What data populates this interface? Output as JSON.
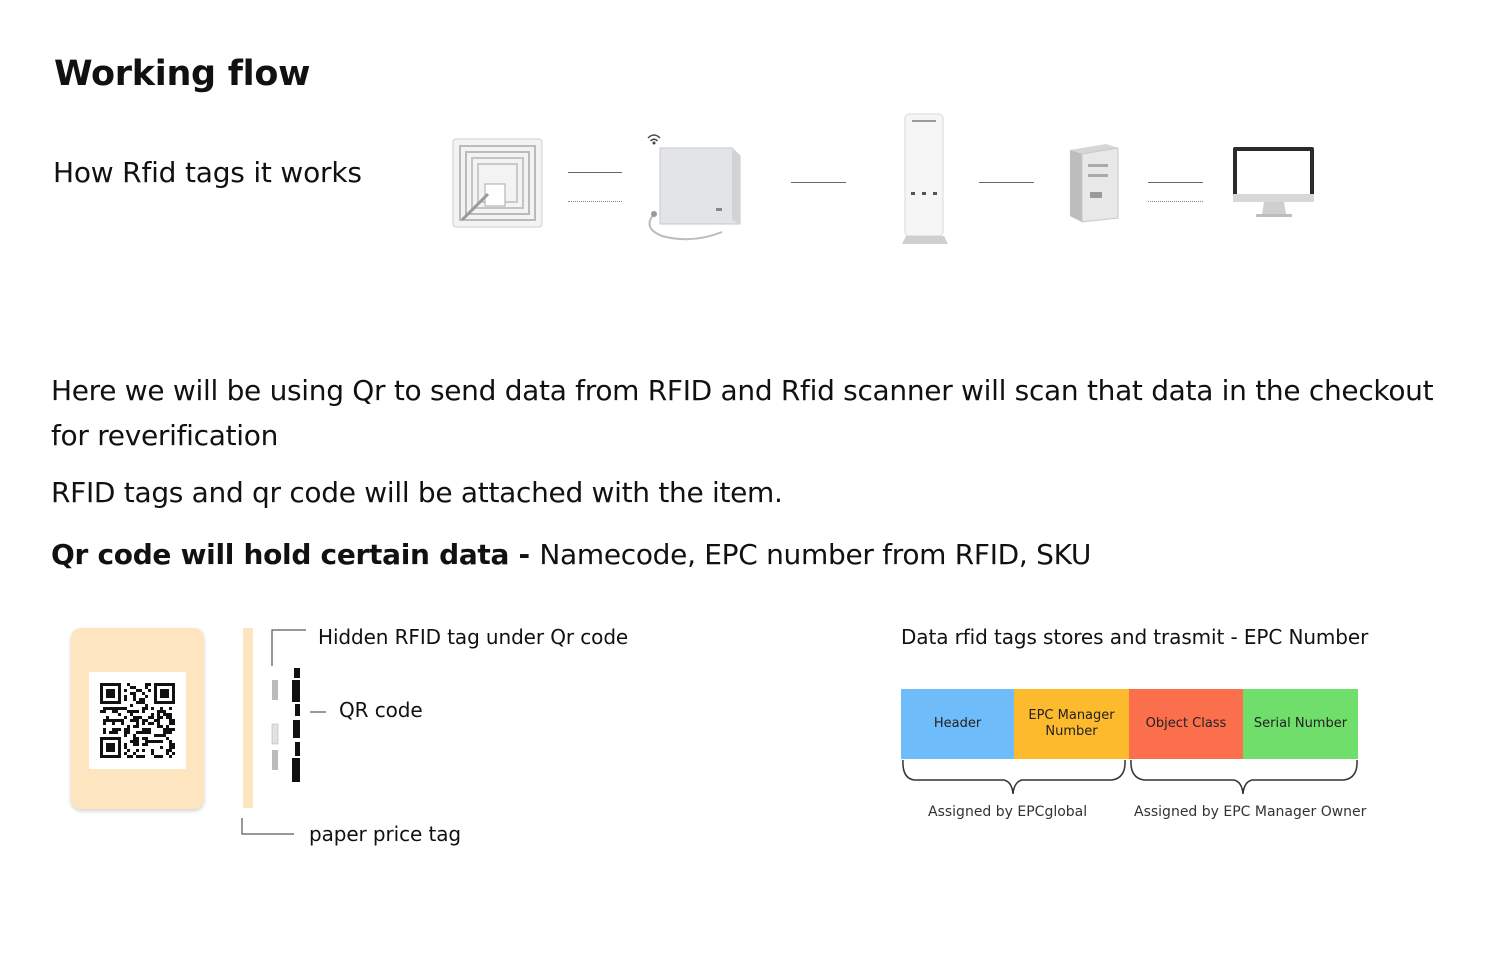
{
  "page": {
    "title": "Working flow",
    "subtitle": "How Rfid tags it works",
    "paragraph1": "Here we will be using Qr to send data from RFID and Rfid scanner will scan that data in the checkout for reverification",
    "paragraph2": "RFID tags and qr code will be attached with the item.",
    "paragraph3_bold": "Qr code will hold certain data - ",
    "paragraph3_rest": " Namecode, EPC number from RFID, SKU"
  },
  "flow": {
    "devices": [
      {
        "name": "rfid-tag-icon"
      },
      {
        "name": "rfid-reader-antenna-icon"
      },
      {
        "name": "checkout-scanner-gate-icon"
      },
      {
        "name": "server-icon"
      },
      {
        "name": "computer-monitor-icon"
      }
    ]
  },
  "tag_diagram": {
    "hidden_rfid_label": "Hidden RFID tag under Qr code",
    "qr_code_label": "QR code",
    "price_tag_label": "paper price tag",
    "tag_background_color": "#fde5c0"
  },
  "epc": {
    "title": "Data rfid tags stores and trasmit - EPC Number",
    "segments": [
      {
        "label": "Header",
        "color": "#6fbcfb"
      },
      {
        "label": "EPC Manager Number",
        "color": "#fdba2c"
      },
      {
        "label": "Object Class",
        "color": "#fb6f4c"
      },
      {
        "label": "Serial Number",
        "color": "#6fde6a"
      }
    ],
    "assigned_epcglobal": "Assigned by EPCglobal",
    "assigned_owner": "Assigned by EPC Manager Owner"
  }
}
